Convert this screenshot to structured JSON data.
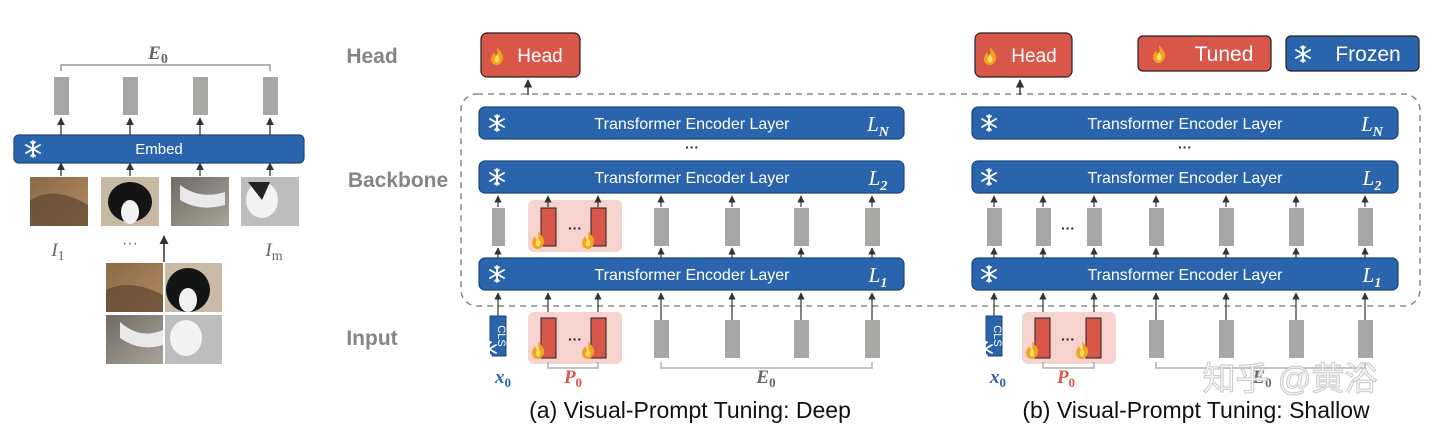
{
  "embed": {
    "label": "Embed",
    "e0_label": "E",
    "e0_sub": "0",
    "image_label_1": "I",
    "image_label_1_sub": "1",
    "image_label_m": "I",
    "image_label_m_sub": "m",
    "ellipsis": "···"
  },
  "section_labels": {
    "head": "Head",
    "backbone": "Backbone",
    "input": "Input"
  },
  "legend": {
    "tuned": "Tuned",
    "frozen": "Frozen"
  },
  "deep": {
    "head_label": "Head",
    "layer_label": "Transformer Encoder Layer",
    "layer_n": "L",
    "layer_n_sub": "N",
    "layer_2": "L",
    "layer_2_sub": "2",
    "layer_1": "L",
    "layer_1_sub": "1",
    "dots": "···",
    "cls": "CLS",
    "x0": "x",
    "x0_sub": "0",
    "p0": "P",
    "p0_sub": "0",
    "e0": "E",
    "e0_sub": "0",
    "caption": "(a) Visual-Prompt Tuning:  Deep"
  },
  "shallow": {
    "head_label": "Head",
    "layer_label": "Transformer Encoder Layer",
    "layer_n": "L",
    "layer_n_sub": "N",
    "layer_2": "L",
    "layer_2_sub": "2",
    "layer_1": "L",
    "layer_1_sub": "1",
    "dots": "···",
    "cls": "CLS",
    "x0": "x",
    "x0_sub": "0",
    "p0": "P",
    "p0_sub": "0",
    "e0": "E",
    "e0_sub": "0",
    "caption": "(b) Visual-Prompt Tuning:  Shallow"
  },
  "watermark": "知乎 @黄浴",
  "colors": {
    "blue": "#2a64ac",
    "blue_dark": "#1c467c",
    "orange": "#d9574a",
    "orange_dark": "#a33a30",
    "grey_token": "#a9a7a6",
    "pink_bg": "#f7d3cf",
    "label_grey": "#858585"
  }
}
